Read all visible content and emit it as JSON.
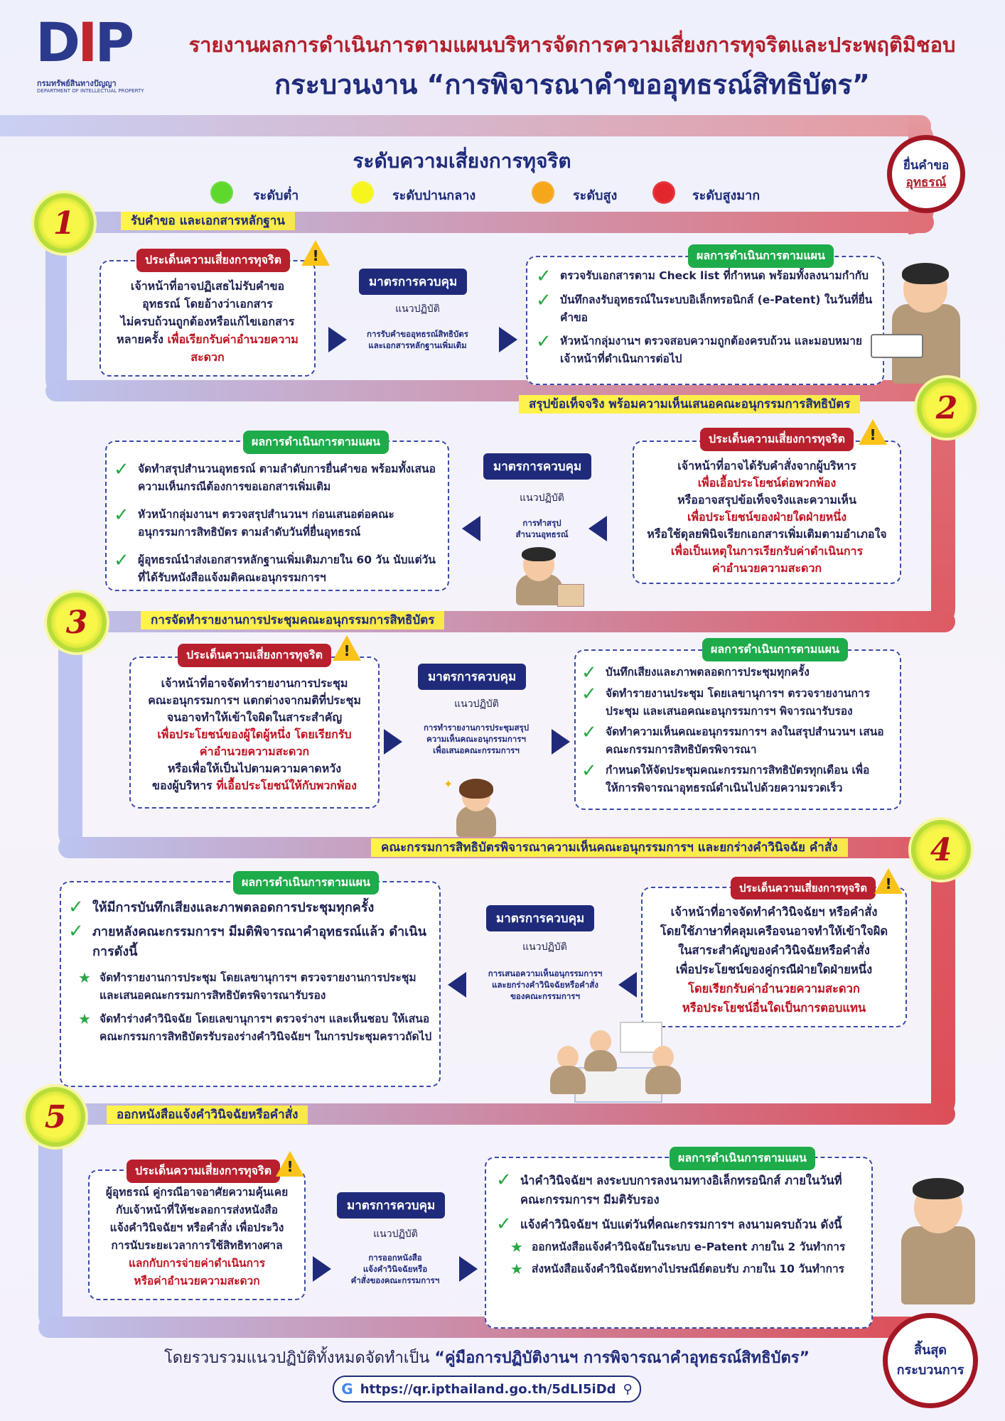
{
  "header": {
    "logo_text": "DIP",
    "logo_sub_th": "กรมทรัพย์สินทางปัญญา",
    "logo_sub_en": "DEPARTMENT OF INTELLECTUAL PROPERTY",
    "title_line1": "รายงานผลการดำเนินการตามแผนบริหารจัดการความเสี่ยงการทุจริตและประพฤติมิชอบ",
    "title_line2": "กระบวนงาน “การพิจารณาคำขออุทธรณ์สิทธิบัตร”"
  },
  "legend": {
    "title": "ระดับความเสี่ยงการทุจริต",
    "items": [
      {
        "label": "ระดับต่ำ",
        "color": "#5fd82d"
      },
      {
        "label": "ระดับปานกลาง",
        "color": "#f7f51e"
      },
      {
        "label": "ระดับสูง",
        "color": "#f6a61a"
      },
      {
        "label": "ระดับสูงมาก",
        "color": "#e3262c"
      }
    ]
  },
  "start": {
    "line1": "ยื่นคำขอ",
    "line2": "อุทธรณ์"
  },
  "end": {
    "line1": "สิ้นสุด",
    "line2": "กระบวนการ"
  },
  "common": {
    "risk_badge": "ประเด็นความเสี่ยงการทุจริต",
    "result_badge": "ผลการดำเนินการตามแผน",
    "control_badge": "มาตรการควบคุม",
    "guideline": "แนวปฏิบัติ"
  },
  "steps": [
    {
      "num": "1",
      "label": "รับคำขอ และเอกสารหลักฐาน",
      "risk": [
        "เจ้าหน้าที่อาจปฏิเสธไม่รับคำขอ",
        "อุทธรณ์ โดยอ้างว่าเอกสาร",
        "ไม่ครบถ้วนถูกต้องหรือแก้ไขเอกสาร",
        "หลายครั้ง"
      ],
      "risk_red": "เพื่อเรียกรับค่าอำนวยความสะดวก",
      "guide": [
        "การรับคำขออุทธรณ์สิทธิบัตร",
        "และเอกสารหลักฐานเพิ่มเติม"
      ],
      "results": [
        "ตรวจรับเอกสารตาม Check list ที่กำหนด พร้อมทั้งลงนามกำกับ",
        "บันทึกลงรับอุทธรณ์ในระบบอิเล็กทรอนิกส์ (e-Patent) ในวันที่ยื่นคำขอ",
        "หัวหน้ากลุ่มงานฯ ตรวจสอบความถูกต้องครบถ้วน และมอบหมายเจ้าหน้าที่ดำเนินการต่อไป"
      ]
    },
    {
      "num": "2",
      "label": "สรุปข้อเท็จจริง พร้อมความเห็นเสนอคณะอนุกรรมการสิทธิบัตร",
      "risk": [
        {
          "t": "เจ้าหน้าที่อาจได้รับคำสั่งจากผู้บริหาร",
          "red": false
        },
        {
          "t": "เพื่อเอื้อประโยชน์ต่อพวกพ้อง",
          "red": true
        },
        {
          "t": "หรืออาจสรุปข้อเท็จจริงและความเห็น",
          "red": false
        },
        {
          "t": "เพื่อประโยชน์ของฝ่ายใดฝ่ายหนึ่ง",
          "red": true
        },
        {
          "t": "หรือใช้ดุลยพินิจเรียกเอกสารเพิ่มเติมตามอำเภอใจ",
          "red": false
        },
        {
          "t": "เพื่อเป็นเหตุในการเรียกรับค่าดำเนินการ",
          "red": true
        },
        {
          "t": "ค่าอำนวยความสะดวก",
          "red": true
        }
      ],
      "guide": [
        "การทำสรุป",
        "สำนวนอุทธรณ์"
      ],
      "results": [
        "จัดทำสรุปสำนวนอุทธรณ์ ตามลำดับการยื่นคำขอ พร้อมทั้งเสนอความเห็นกรณีต้องการขอเอกสารเพิ่มเติม",
        "หัวหน้ากลุ่มงานฯ ตรวจสรุปสำนวนฯ ก่อนเสนอต่อคณะอนุกรรมการสิทธิบัตร ตามลำดับวันที่ยื่นอุทธรณ์",
        "ผู้อุทธรณ์นำส่งเอกสารหลักฐานเพิ่มเติมภายใน 60 วัน นับแต่วันที่ได้รับหนังสือแจ้งมติคณะอนุกรรมการฯ"
      ]
    },
    {
      "num": "3",
      "label": "การจัดทำรายงานการประชุมคณะอนุกรรมการสิทธิบัตร",
      "risk": [
        {
          "t": "เจ้าหน้าที่อาจจัดทำรายงานการประชุม",
          "red": false
        },
        {
          "t": "คณะอนุกรรมการฯ แตกต่างจากมติที่ประชุม",
          "red": false
        },
        {
          "t": "จนอาจทำให้เข้าใจผิดในสาระสำคัญ",
          "red": false
        },
        {
          "t": "เพื่อประโยชน์ของผู้ใดผู้หนึ่ง โดยเรียกรับ",
          "red": true
        },
        {
          "t": "ค่าอำนวยความสะดวก",
          "red": true
        },
        {
          "t": "หรือเพื่อให้เป็นไปตามความคาดหวัง",
          "red": false
        },
        {
          "t": "ของผู้บริหาร",
          "red": false
        }
      ],
      "risk_tail_red": "ที่เอื้อประโยชน์ให้กับพวกพ้อง",
      "guide": [
        "การทำรายงานการประชุมสรุป",
        "ความเห็นคณะอนุกรรมการฯ",
        "เพื่อเสนอคณะกรรมการฯ"
      ],
      "results": [
        "บันทึกเสียงและภาพตลอดการประชุมทุกครั้ง",
        "จัดทำรายงานประชุม โดยเลขานุการฯ ตรวจรายงานการประชุม และเสนอคณะอนุกรรมการฯ พิจารณารับรอง",
        "จัดทำความเห็นคณะอนุกรรมการฯ ลงในสรุปสำนวนฯ เสนอคณะกรรมการสิทธิบัตรพิจารณา",
        "กำหนดให้จัดประชุมคณะกรรมการสิทธิบัตรทุกเดือน เพื่อให้การพิจารณาอุทธรณ์ดำเนินไปด้วยความรวดเร็ว"
      ]
    },
    {
      "num": "4",
      "label": "คณะกรรมการสิทธิบัตรพิจารณาความเห็นคณะอนุกรรมการฯ และยกร่างคำวินิจฉัย คำสั่ง",
      "risk": [
        {
          "t": "เจ้าหน้าที่อาจจัดทำคำวินิจฉัยฯ หรือคำสั่ง",
          "red": false
        },
        {
          "t": "โดยใช้ภาษาที่คลุมเครือจนอาจทำให้เข้าใจผิด",
          "red": false
        },
        {
          "t": "ในสาระสำคัญของคำวินิจฉัยหรือคำสั่ง",
          "red": false
        },
        {
          "t": "เพื่อประโยชน์ของคู่กรณีฝ่ายใดฝ่ายหนึ่ง",
          "red": false
        },
        {
          "t": "โดยเรียกรับค่าอำนวยความสะดวก",
          "red": true
        },
        {
          "t": "หรือประโยชน์อื่นใดเป็นการตอบแทน",
          "red": true
        }
      ],
      "guide": [
        "การเสนอความเห็นอนุกรรมการฯ",
        "และยกร่างคำวินิจฉัยหรือคำสั่ง",
        "ของคณะกรรมการฯ"
      ],
      "results": [
        "ให้มีการบันทึกเสียงและภาพตลอดการประชุมทุกครั้ง",
        "ภายหลังคณะกรรมการฯ มีมติพิจารณาคำอุทธรณ์แล้ว ดำเนินการดังนี้"
      ],
      "subresults": [
        "จัดทำรายงานการประชุม โดยเลขานุการฯ ตรวจรายงานการประชุม และเสนอคณะกรรมการสิทธิบัตรพิจารณารับรอง",
        "จัดทำร่างคำวินิจฉัย โดยเลขานุการฯ ตรวจร่างฯ และเห็นชอบ ให้เสนอคณะกรรมการสิทธิบัตรรับรองร่างคำวินิจฉัยฯ ในการประชุมคราวถัดไป"
      ]
    },
    {
      "num": "5",
      "label": "ออกหนังสือแจ้งคำวินิจฉัยหรือคำสั่ง",
      "risk": [
        {
          "t": "ผู้อุทธรณ์ คู่กรณีอาจอาศัยความคุ้นเคย",
          "red": false
        },
        {
          "t": "กับเจ้าหน้าที่ให้ชะลอการส่งหนังสือ",
          "red": false
        },
        {
          "t": "แจ้งคำวินิจฉัยฯ หรือคำสั่ง เพื่อประวิง",
          "red": false
        },
        {
          "t": "การนับระยะเวลาการใช้สิทธิทางศาล",
          "red": false
        },
        {
          "t": "แลกกับการจ่ายค่าดำเนินการ",
          "red": true
        },
        {
          "t": "หรือค่าอำนวยความสะดวก",
          "red": true
        }
      ],
      "guide": [
        "การออกหนังสือ",
        "แจ้งคำวินิจฉัยหรือ",
        "คำสั่งของคณะกรรมการฯ"
      ],
      "results": [
        "นำคำวินิจฉัยฯ ลงระบบการลงนามทางอิเล็กทรอนิกส์ ภายในวันที่คณะกรรมการฯ มีมติรับรอง",
        "แจ้งคำวินิจฉัยฯ นับแต่วันที่คณะกรรมการฯ ลงนามครบถ้วน ดังนี้"
      ],
      "subresults": [
        "ออกหนังสือแจ้งคำวินิจฉัยในระบบ e-Patent ภายใน 2 วันทำการ",
        "ส่งหนังสือแจ้งคำวินิจฉัยทางไปรษณีย์ตอบรับ ภายใน 10 วันทำการ"
      ]
    }
  ],
  "footer": {
    "note_prefix": "โดยรวบรวมแนวปฏิบัติทั้งหมดจัดทำเป็น",
    "note_bold": "“คู่มือการปฏิบัติงานฯ การพิจารณาคำอุทธรณ์สิทธิบัตร”",
    "url": "https://qr.ipthailand.go.th/5dLI5iDd"
  }
}
